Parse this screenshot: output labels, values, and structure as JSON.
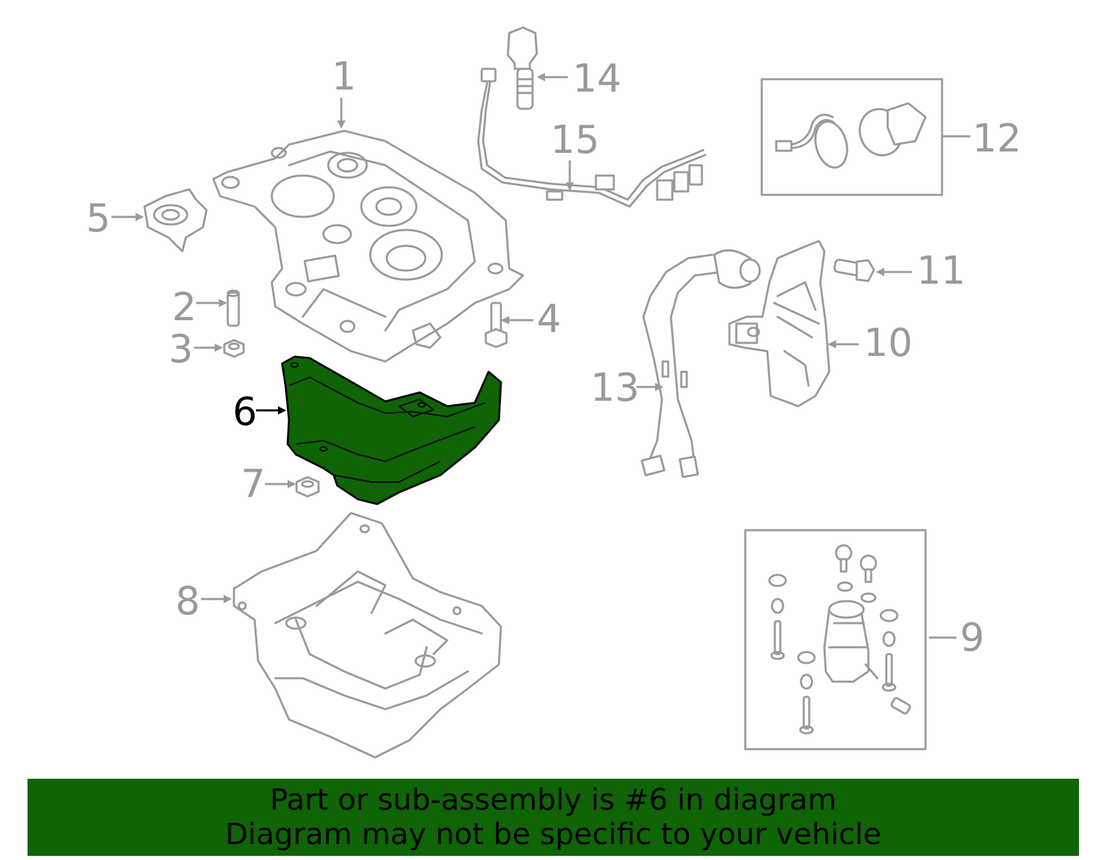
{
  "diagram": {
    "highlighted_part": "6",
    "highlight_color": "#0f6406",
    "callouts": {
      "c1": "1",
      "c2": "2",
      "c3": "3",
      "c4": "4",
      "c5": "5",
      "c6": "6",
      "c7": "7",
      "c8": "8",
      "c9": "9",
      "c10": "10",
      "c11": "11",
      "c12": "12",
      "c13": "13",
      "c14": "14",
      "c15": "15"
    }
  },
  "banner": {
    "line1": "Part or sub-assembly is #6 in diagram",
    "line2": "Diagram may not be specific to your vehicle",
    "background_color": "#0f6406"
  }
}
